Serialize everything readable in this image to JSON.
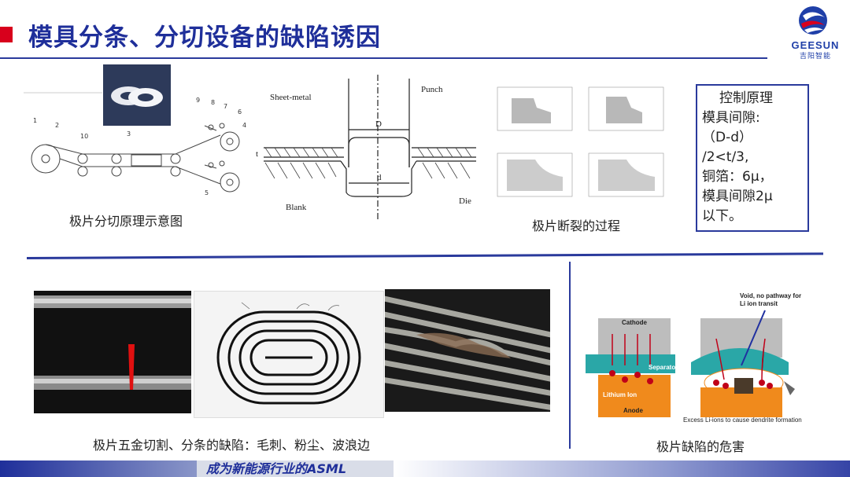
{
  "header": {
    "title": "模具分条、分切设备的缺陷诱因",
    "logo_text": "GEESUN",
    "logo_subtext": "吉阳智能"
  },
  "slitting_schematic": {
    "caption": "极片分切原理示意图",
    "labels": [
      "1",
      "2",
      "10",
      "3",
      "9",
      "8",
      "7",
      "6",
      "4",
      "5"
    ]
  },
  "punch_diagram": {
    "caption": "极片断裂的过程",
    "labels": {
      "sheet_metal": "Sheet-metal",
      "punch": "Punch",
      "d_upper": "D",
      "t": "t",
      "d_lower": "d",
      "blank": "Blank",
      "die": "Die"
    }
  },
  "principle_box": {
    "lines": [
      "控制原理",
      "模具间隙:",
      "（D-d）",
      "/2<t/3,",
      "铜箔：6μ，",
      "模具间隙2μ",
      "以下。"
    ]
  },
  "defects_section": {
    "caption": "极片五金切割、分条的缺陷：毛刺、粉尘、波浪边"
  },
  "dendrite_diagram": {
    "caption": "极片缺陷的危害",
    "labels": {
      "void": "Void, no pathway for",
      "void2": "Li ion transit",
      "cathode": "Cathode",
      "separator": "Separator",
      "lithium_ion": "Lithium Ion",
      "anode": "Anode",
      "excess": "Excess Li-ions to cause dendrite formation"
    }
  },
  "footer": {
    "slogan": "成为新能源行业的ASML"
  },
  "colors": {
    "title": "#1f2f9a",
    "accent_red": "#d8001c",
    "rule": "#2a3a9c"
  }
}
